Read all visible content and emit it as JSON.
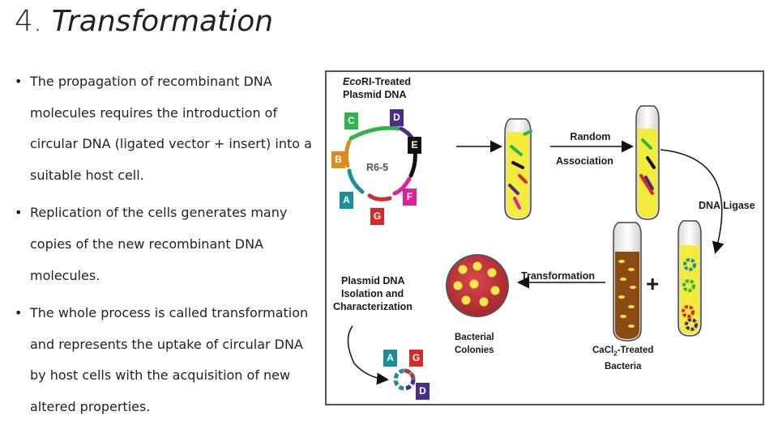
{
  "slide": {
    "title_number": "4.",
    "title_text": "Transformation"
  },
  "bullets": [
    {
      "lines": [
        "The propagation of recombinant DNA",
        "molecules requires the introduction of",
        "circular DNA (ligated vector + insert) into a",
        "suitable host cell."
      ]
    },
    {
      "lines": [
        "Replication of the cells generates many",
        "copies of the new recombinant DNA",
        "molecules."
      ]
    },
    {
      "lines": [
        "The whole process is called transformation",
        "and represents the uptake of circular DNA",
        "by host cells with the acquisition of new",
        "altered properties."
      ]
    }
  ],
  "bullet_symbol": "•",
  "figure": {
    "plasmid_title_italic": "Eco",
    "plasmid_title_rest": "RI-Treated",
    "plasmid_title_line2": "Plasmid DNA",
    "plasmid_name": "R6-5",
    "segments": {
      "A": "A",
      "B": "B",
      "C": "C",
      "D": "D",
      "E": "E",
      "F": "F",
      "G": "G"
    },
    "random_association_line1": "Random",
    "random_association_line2": "Association",
    "dna_ligase": "DNA Ligase",
    "transformation": "Transformation",
    "plus_sign": "+",
    "isolation_line1": "Plasmid DNA",
    "isolation_line2": "Isolation and",
    "isolation_line3": "Characterization",
    "colonies_line1": "Bacterial",
    "colonies_line2": "Colonies",
    "cacl2_prefix": "CaCl",
    "cacl2_sub": "2",
    "cacl2_suffix": "-Treated",
    "bacteria": "Bacteria",
    "result_segments": {
      "A": "A",
      "G": "G",
      "D": "D"
    },
    "colors": {
      "A": "#1a8f9c",
      "B": "#e08a1e",
      "C": "#2fb34a",
      "D": "#4a2c8a",
      "E": "#111111",
      "F": "#e0209a",
      "G": "#d42a2a",
      "tube_fluid": "#f3ec3c",
      "tube_brown": "#8a4a12",
      "dish_red": "#c0393f",
      "colony_yellow": "#f4e84a"
    }
  }
}
